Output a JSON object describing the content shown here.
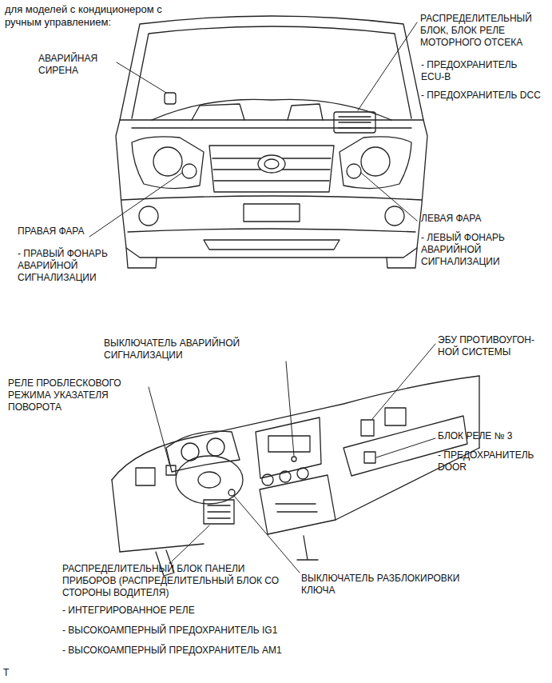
{
  "diagram": {
    "title": "для моделей с кондиционером с ручным управлением:",
    "labels": [
      "АВАРИЙНАЯ СИРЕНА",
      "РАСПРЕДЕЛИТЕЛЬНЫЙ БЛОК, БЛОК РЕЛЕ МОТОРНОГО ОТСЕКА",
      "- ПРЕДОХРАНИТЕЛЬ ECU-B",
      "- ПРЕДОХРАНИТЕЛЬ DCC",
      "ПРАВАЯ ФАРА",
      "- ПРАВЫЙ ФОНАРЬ АВАРИЙНОЙ СИГНАЛИЗАЦИИ",
      "ЛЕВАЯ ФАРА",
      "- ЛЕВЫЙ ФОНАРЬ АВАРИЙНОЙ СИГНАЛИЗАЦИИ",
      "ВЫКЛЮЧАТЕЛЬ АВАРИЙНОЙ СИГНАЛИЗАЦИИ",
      "ЭБУ ПРОТИВОУГОН- НОЙ СИСТЕМЫ",
      "РЕЛЕ ПРОБЛЕСКОВОГО РЕЖИМА УКАЗАТЕЛЯ ПОВОРОТА",
      "БЛОК РЕЛЕ № 3",
      "- ПРЕДОХРАНИТЕЛЬ DOOR",
      "РАСПРЕДЕЛИТЕЛЬНЫЙ БЛОК ПАНЕЛИ ПРИБОРОВ (РАСПРЕДЕЛИТЕЛЬНЫЙ БЛОК СО СТОРОНЫ ВОДИТЕЛЯ)",
      "- ИНТЕГРИРОВАННОЕ РЕЛЕ",
      "- ВЫСОКОАМПЕРНЫЙ ПРЕДОХРАНИТЕЛЬ IG1",
      "- ВЫСОКОАМПЕРНЫЙ ПРЕДОХРАНИТЕЛЬ AM1",
      "ВЫКЛЮЧАТЕЛЬ РАЗБЛОКИРОВКИ КЛЮЧА",
      "T"
    ]
  }
}
